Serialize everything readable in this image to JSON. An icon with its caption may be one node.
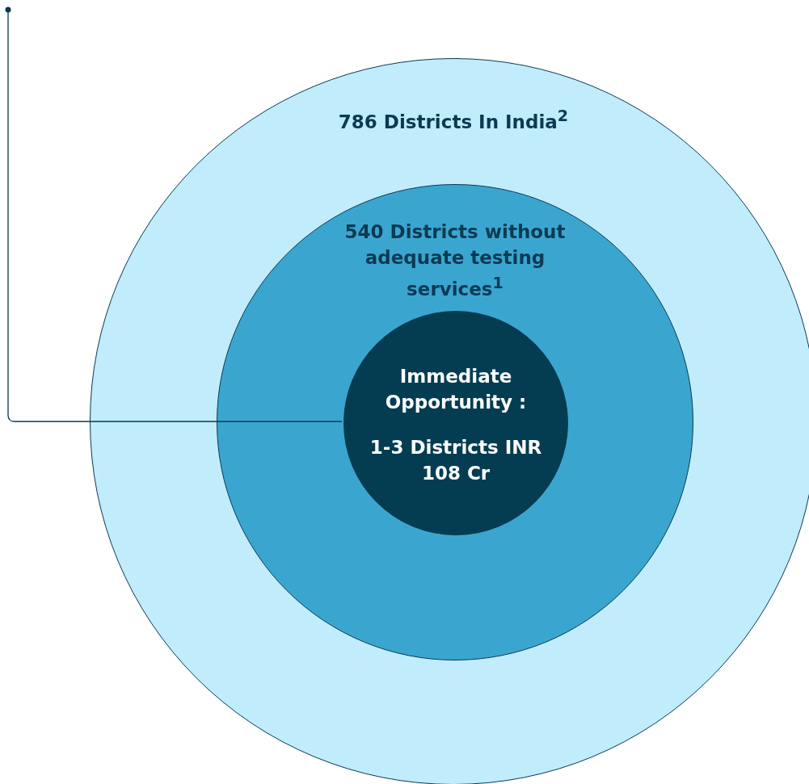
{
  "diagram": {
    "nodes": [
      {
        "text": [
          "786 Districts In India$^{2}$"
        ]
      },
      {
        "text": [
          "540 Districts without adequate testing services$^{1}$"
        ],
        "in": 0
      },
      {
        "text": [
          "Immediate Opportunity :",
          "1-3 Districts **INR 108 Cr**"
        ],
        "in": 1
      }
    ],
    "edges": [
      {
        "from": null,
        "to": 2,
        "arrow": "other"
      }
    ]
  }
}
